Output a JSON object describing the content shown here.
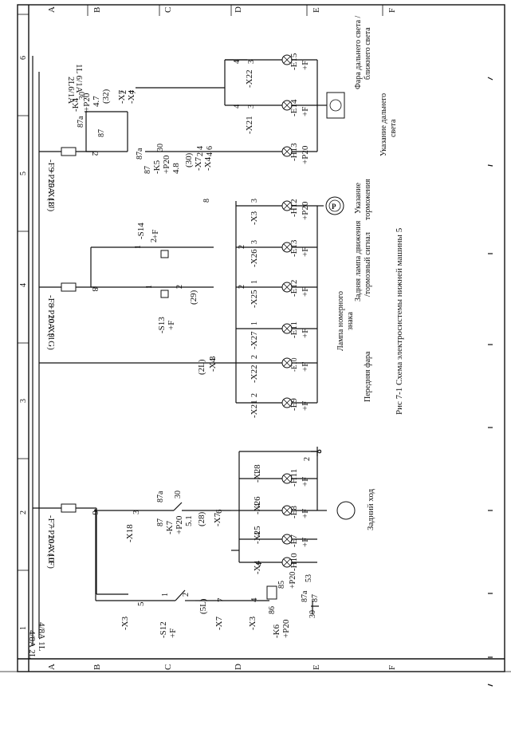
{
  "sheet": {
    "caption": "Рис 7-1 Схема электросистемы нижней машины 5",
    "row_letters": [
      "A",
      "B",
      "C",
      "D",
      "E",
      "F"
    ],
    "column_numbers": [
      "1",
      "2",
      "3",
      "4",
      "5",
      "6"
    ]
  },
  "rails": {
    "r1a": "1L 6/1A",
    "r1b": "2L6/1A",
    "r2a": "4/8A 1L",
    "r2b": "4/8A 2L"
  },
  "fuses": {
    "f7": [
      "-F7",
      "+P20",
      "10A",
      "-X10",
      "6",
      "(1F)"
    ],
    "f8": [
      "-F8",
      "+P20",
      "10A",
      "-X9",
      "8",
      "(1G)"
    ],
    "f9": [
      "-F9",
      "+P20",
      "15A",
      "-X18",
      "2",
      "(1J)"
    ]
  },
  "left_section": {
    "x3a": "-X3",
    "x3a_pin": "5",
    "s12": "-S12",
    "s12_f": "+F",
    "s12_pins": [
      "1",
      "2"
    ],
    "s12_ref": "(5L)",
    "x7a": "-X7",
    "x7a_pin": "7",
    "x3b": "-X3",
    "x3b_pin": "4",
    "k6": "-K6",
    "k6_p20": "+P20",
    "k6_pins": [
      "86",
      "85",
      "+P20"
    ],
    "k6_contacts": [
      "30",
      "87a",
      "87",
      "53"
    ],
    "h10": "-H10",
    "x4": "-X4",
    "x4_pin": "4"
  },
  "reverse_section": {
    "x18": "-X18",
    "x18_pin": "3",
    "k7": [
      "87",
      "-K7",
      "+P20",
      "5.1"
    ],
    "k7_pins": [
      "87a",
      "30"
    ],
    "ref": "(28)",
    "x7": "-X7",
    "x7_pin": "6",
    "x25": "-X25",
    "x25_pin": "4",
    "e7": "-E7",
    "e7_f": "+F",
    "x26": "-X26",
    "x26_pin": "4",
    "e8": "-E8",
    "e8_f": "+F",
    "x28": "-X28",
    "x28_pin": "1",
    "h11": "-H11",
    "h11_f": "+F",
    "h11_pin": "2",
    "label": "Задний ход"
  },
  "middle_section": {
    "x4": "-X4",
    "x4_pin": "3",
    "ref2l": "(2L)",
    "x21": "-X21",
    "x21_pin": "2",
    "e9": "-E9",
    "e9_f": "+F",
    "x22": "-X22",
    "x22_pin": "2",
    "e10": "-E10",
    "e10_f": "+F",
    "x27": "-X27",
    "x27_pin": "1",
    "e11": "-E11",
    "e11_f": "+F",
    "x25": "-X25",
    "x25_pin": "1",
    "e12": "-E12",
    "e12_f": "+F",
    "x26": "-X26",
    "x26_pin": "3",
    "e13": "-E13",
    "e13_f": "+F",
    "x3": "-X3",
    "x3_pin": "3",
    "h12": "-H12",
    "h12_f": "+P20",
    "s13": [
      "-S13",
      "+F"
    ],
    "s13_pins": [
      "1",
      "2"
    ],
    "s13_ref": "(29)",
    "s14": [
      "1",
      "-S14",
      "2",
      "+F"
    ],
    "pin2a": "2",
    "pin2b": "2",
    "pin8": "8",
    "lbl_front": "Передняя фара",
    "lbl_plate": [
      "Лампа номерного",
      "знака"
    ],
    "lbl_tail": [
      "Задняя лампа движения",
      "/тормозный сигнал"
    ],
    "lbl_brake": [
      "Указание",
      "торможения"
    ],
    "p_symbol": "P"
  },
  "right_section": {
    "k5": [
      "87",
      "-K5",
      "+P20",
      "4.8"
    ],
    "k5_pins": [
      "87a",
      "30"
    ],
    "k4": [
      "87",
      "87a",
      "-K4",
      "+P20",
      "4.7"
    ],
    "k4_pins": [
      "30"
    ],
    "ref30": "(30)",
    "ref32": "(32)",
    "x7": [
      "-X7",
      "2",
      "4"
    ],
    "x4": [
      "-X4",
      "4",
      "6"
    ],
    "x7b": [
      "-X7",
      "2"
    ],
    "x4b": [
      "-X4",
      "7"
    ],
    "x21": "-X21",
    "x21_pin": "3",
    "x22": "-X22",
    "x22_pin": "3",
    "x21b_pin": "4",
    "x22b_pin": "4",
    "h13": "-H13",
    "h13_f": "+P20",
    "e14": "-E14",
    "e14_f": "+F",
    "e15": "-E15",
    "e15_f": "+F",
    "lbl_high": [
      "Фара дальнего света /",
      "ближнего света"
    ],
    "lbl_ind": [
      "Указание дальнего",
      "света"
    ]
  }
}
